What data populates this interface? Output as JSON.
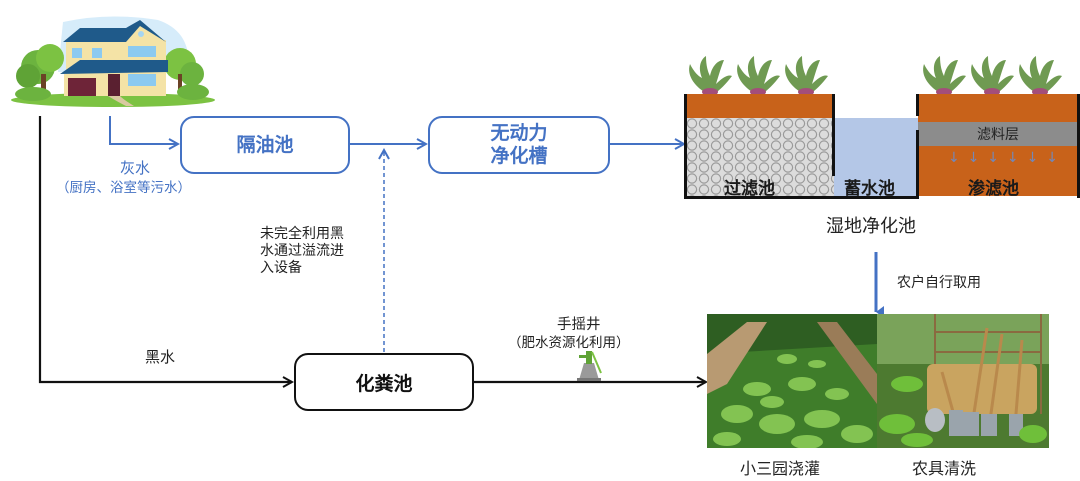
{
  "diagram": {
    "nodes": {
      "oil_separator": "隔油池",
      "unpowered_tank_line1": "无动力",
      "unpowered_tank_line2": "净化槽",
      "septic_tank": "化粪池"
    },
    "wetland": {
      "title": "湿地净化池",
      "filter_pool": "过滤池",
      "storage_pool": "蓄水池",
      "filter_layer": "滤料层",
      "infiltration_pool": "渗滤池"
    },
    "labels": {
      "greywater": "灰水",
      "greywater_note": "（厨房、浴室等污水）",
      "blackwater": "黑水",
      "overflow_line1": "未完全利用黑",
      "overflow_line2": "水通过溢流进",
      "overflow_line3": "入设备",
      "hand_pump": "手摇井",
      "hand_pump_note": "（肥水资源化利用）",
      "farmer_use": "农户自行取用",
      "garden_irrigation": "小三园浇灌",
      "tool_cleaning": "农具清洗"
    },
    "colors": {
      "blue_flow": "#4472c4",
      "black_flow": "#111111",
      "soil": "#c8621a",
      "water": "#b4c7e7",
      "gravel": "#dcdcdc",
      "filter_layer": "#8c8c8c"
    }
  }
}
